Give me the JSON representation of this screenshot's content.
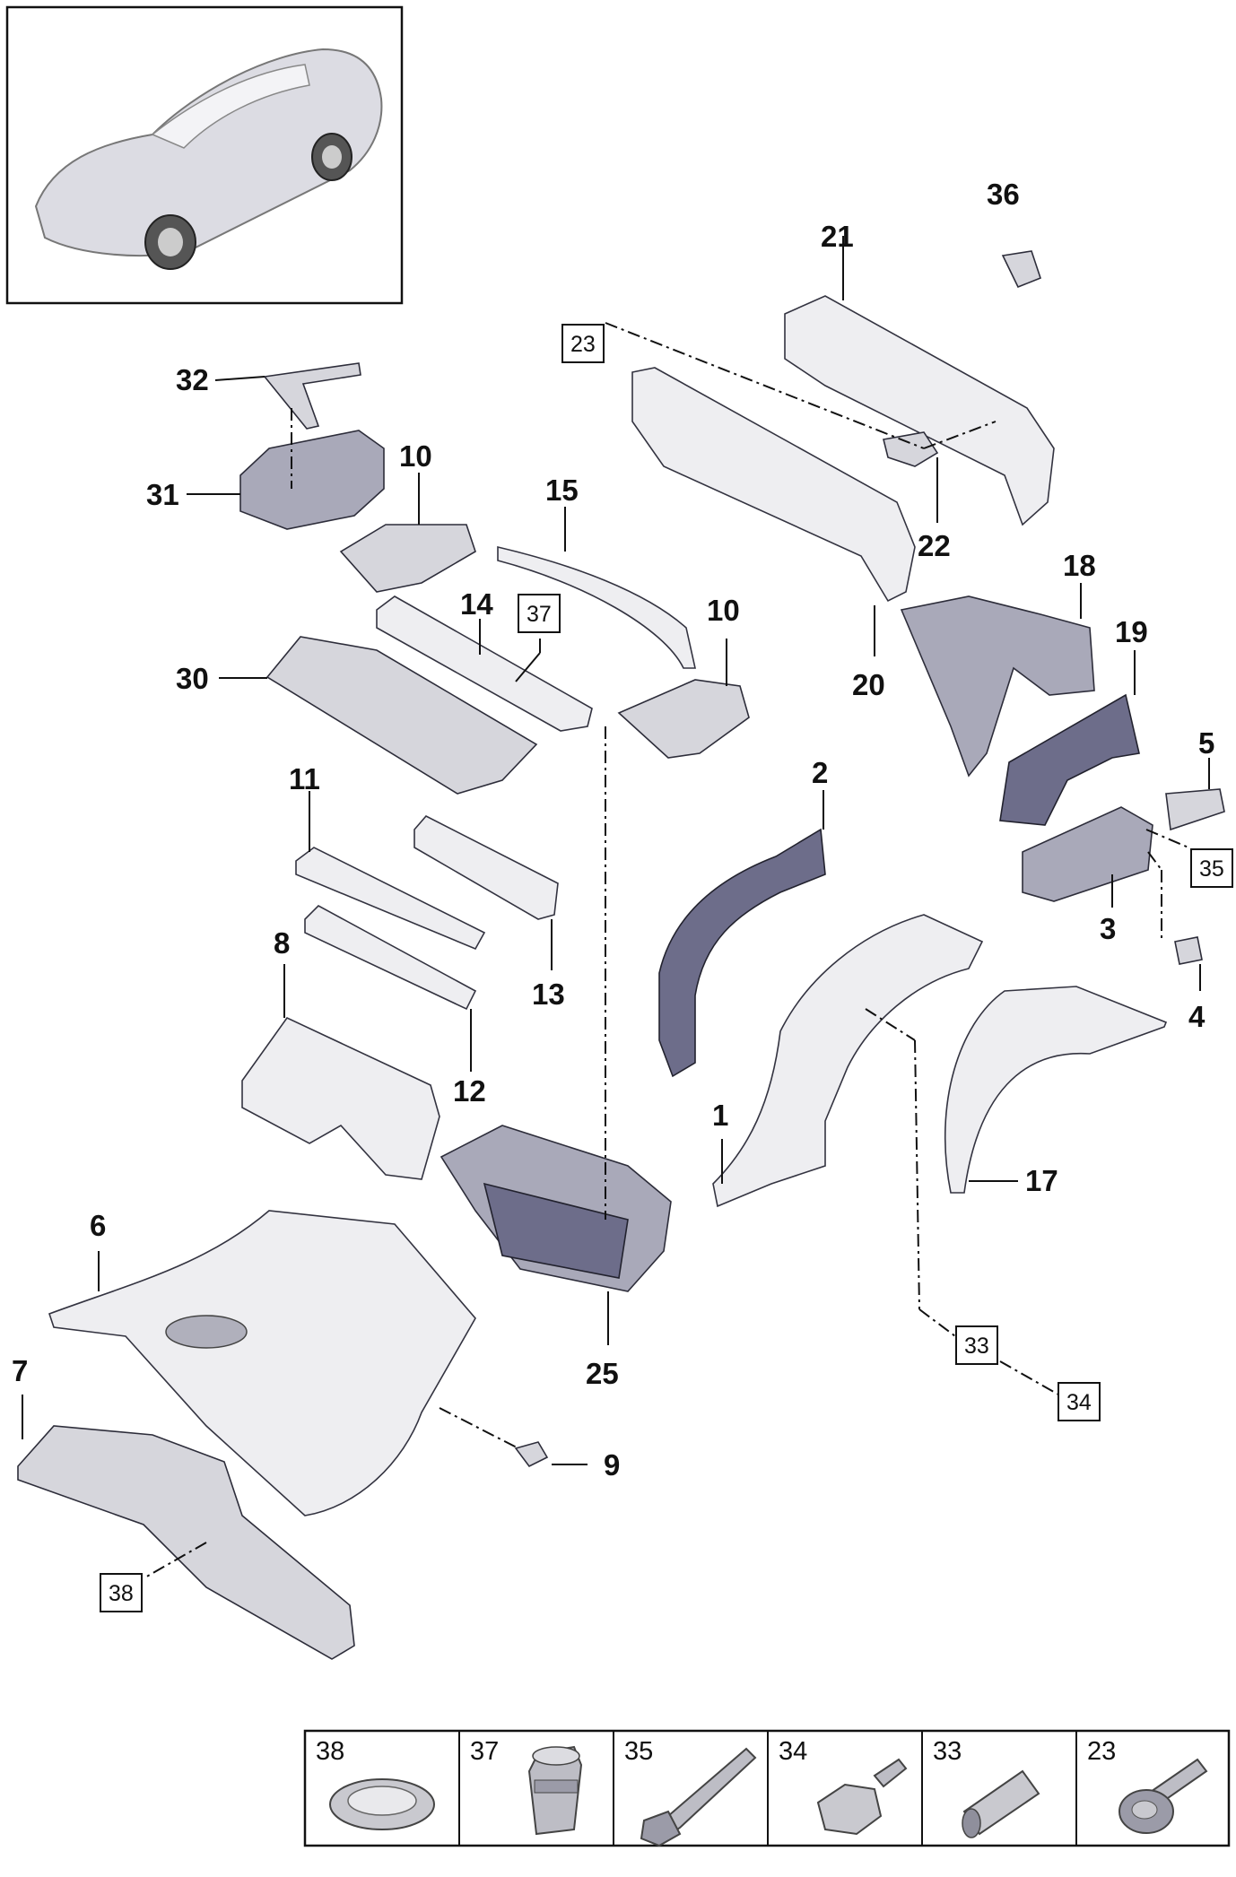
{
  "callouts": {
    "c1": "1",
    "c2": "2",
    "c3": "3",
    "c4": "4",
    "c5": "5",
    "c6": "6",
    "c7": "7",
    "c8": "8",
    "c9": "9",
    "c10a": "10",
    "c10b": "10",
    "c11": "11",
    "c12": "12",
    "c13": "13",
    "c14": "14",
    "c15": "15",
    "c17": "17",
    "c18": "18",
    "c19": "19",
    "c20": "20",
    "c21": "21",
    "c22": "22",
    "c25": "25",
    "c30": "30",
    "c31": "31",
    "c32": "32",
    "c36": "36"
  },
  "boxed_refs": {
    "b23": "23",
    "b37": "37",
    "b35": "35",
    "b33": "33",
    "b34": "34",
    "b38": "38"
  },
  "legend": {
    "cells": [
      {
        "num": "38",
        "icon": "oval-grommet-icon"
      },
      {
        "num": "37",
        "icon": "plug-clip-icon"
      },
      {
        "num": "35",
        "icon": "long-bolt-icon"
      },
      {
        "num": "34",
        "icon": "hex-bolt-icon"
      },
      {
        "num": "33",
        "icon": "sleeve-icon"
      },
      {
        "num": "23",
        "icon": "weld-stud-icon"
      }
    ]
  },
  "colors": {
    "line": "#111111",
    "metal_light": "#d6d6dc",
    "metal_dark": "#6d6d8a"
  }
}
